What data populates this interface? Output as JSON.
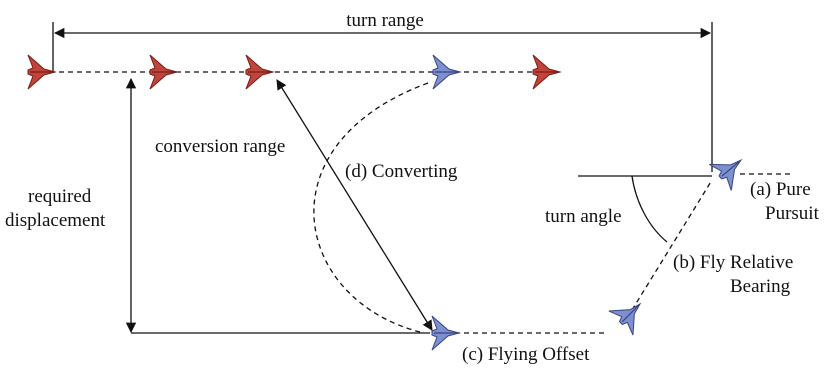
{
  "labels": {
    "turn_range": "turn range",
    "conversion_range": "conversion range",
    "required_line1": "required",
    "required_line2": "displacement",
    "converting": "(d) Converting",
    "turn_angle": "turn angle",
    "pure_line1": "(a) Pure",
    "pure_line2": "Pursuit",
    "fly_line1": "(b) Fly Relative",
    "fly_line2": "Bearing",
    "offset": "(c) Flying Offset"
  },
  "colors": {
    "target": "#c0443a",
    "target_dark": "#7a1d18",
    "fighter": "#7c8fd0",
    "fighter_dark": "#3a4680",
    "line": "#111111"
  },
  "aircraft": {
    "target_count": 4,
    "fighter_count": 4
  }
}
